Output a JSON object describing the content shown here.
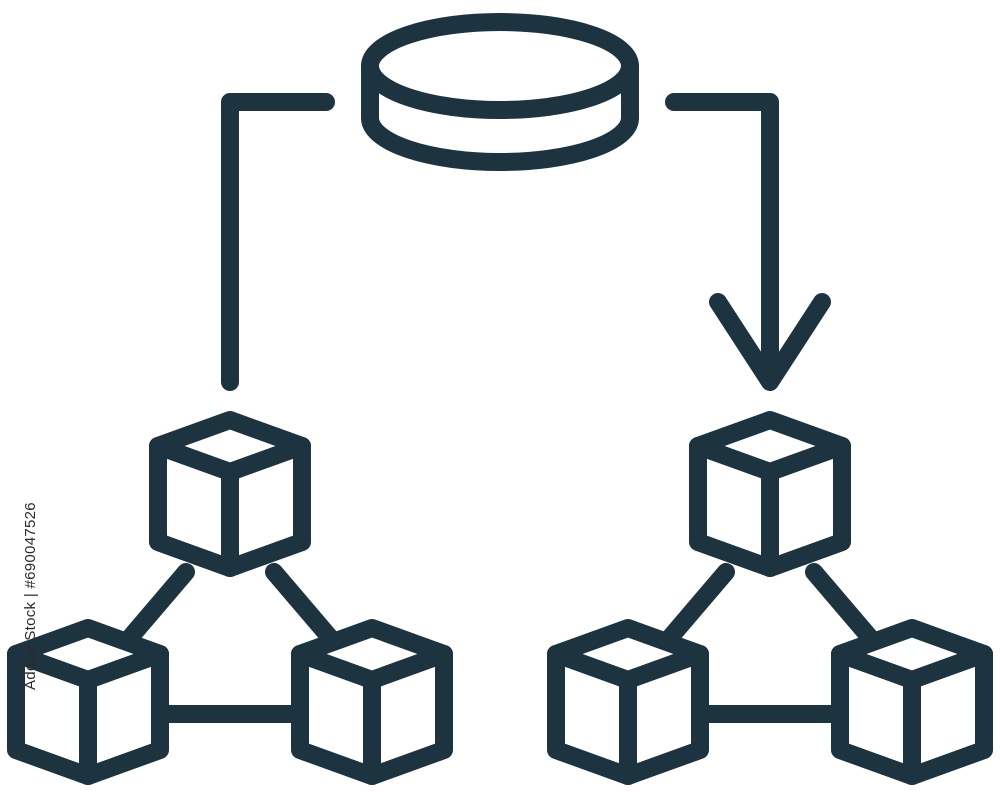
{
  "colors": {
    "stroke": "#1d3340",
    "background": "#ffffff",
    "watermark_text": "#2a2a2a"
  },
  "icon": {
    "name": "data-replication-blockchain-icon",
    "elements": [
      "database-disk-icon",
      "flow-arrow-left",
      "flow-arrow-right",
      "arrow-head-down-icon",
      "cube-network-left",
      "cube-network-right"
    ]
  },
  "watermark": {
    "id_text": "Adobe Stock | #690047526"
  }
}
